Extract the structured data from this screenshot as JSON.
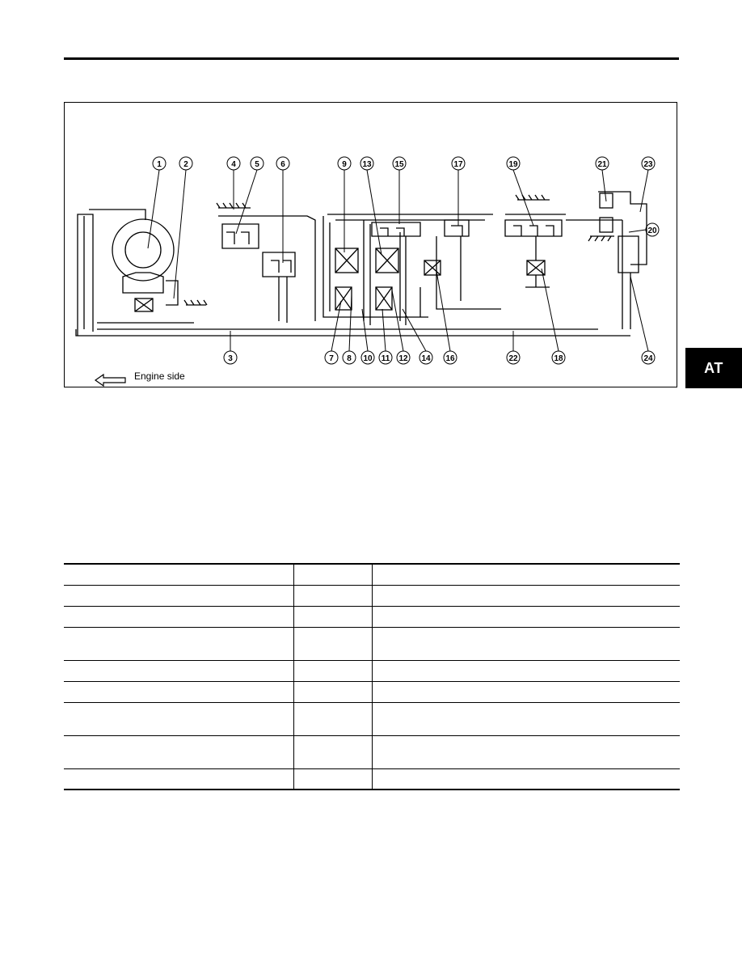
{
  "header": {},
  "side_tab": {
    "label": "AT"
  },
  "figure": {
    "engine_side_label": "Engine side",
    "callouts": [
      "1",
      "2",
      "3",
      "4",
      "5",
      "6",
      "7",
      "8",
      "9",
      "10",
      "11",
      "12",
      "13",
      "14",
      "15",
      "16",
      "17",
      "18",
      "19",
      "20",
      "21",
      "22",
      "23",
      "24"
    ]
  },
  "table": {
    "rows": [
      {
        "c1": "",
        "c2": "",
        "c3": ""
      },
      {
        "c1": "",
        "c2": "",
        "c3": ""
      },
      {
        "c1": "",
        "c2": "",
        "c3": ""
      },
      {
        "c1": "",
        "c2": "",
        "c3": ""
      },
      {
        "c1": "",
        "c2": "",
        "c3": ""
      },
      {
        "c1": "",
        "c2": "",
        "c3": ""
      },
      {
        "c1": "",
        "c2": "",
        "c3": ""
      },
      {
        "c1": "",
        "c2": "",
        "c3": ""
      },
      {
        "c1": "",
        "c2": "",
        "c3": ""
      }
    ]
  }
}
